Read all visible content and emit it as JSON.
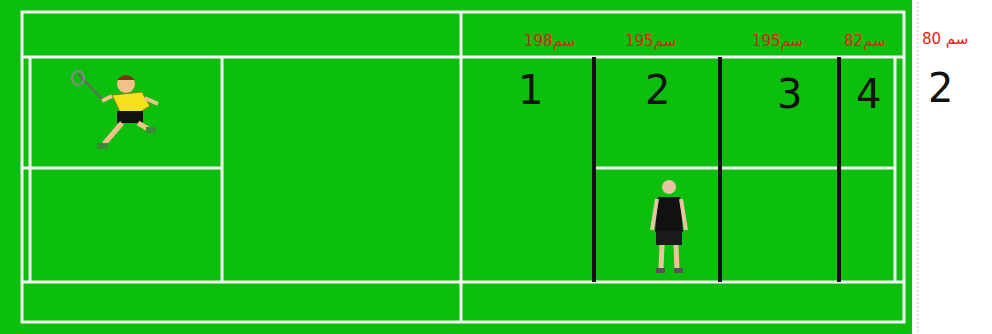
{
  "diagram": {
    "labels": [
      "198سم",
      "195سم",
      "195سم",
      "82سم",
      "80 سم",
      "1",
      "2",
      "3",
      "4",
      "2"
    ]
  }
}
